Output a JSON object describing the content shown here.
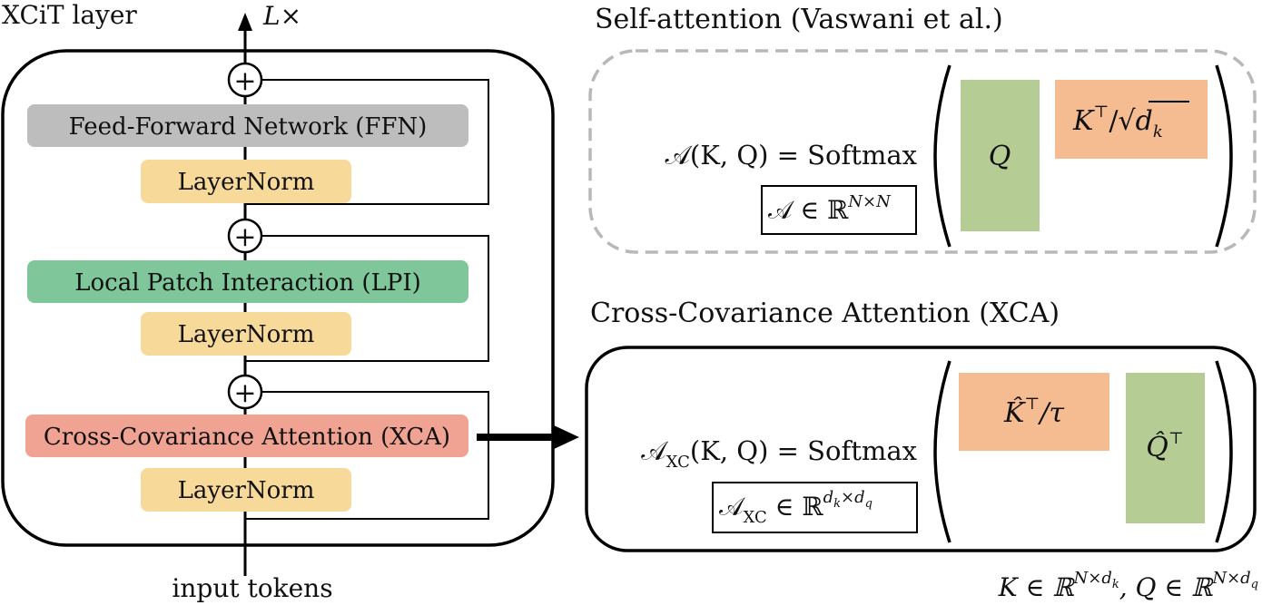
{
  "layer": {
    "title": "XCiT layer",
    "repeat": "L×",
    "input": "input tokens",
    "plus": "+",
    "blocks": {
      "ffn": "Feed-Forward Network (FFN)",
      "ln_top": "LayerNorm",
      "lpi": "Local Patch Interaction (LPI)",
      "ln_mid": "LayerNorm",
      "xca": "Cross-Covariance Attention (XCA)",
      "ln_bot": "LayerNorm"
    }
  },
  "self_attention": {
    "title": "Self-attention (Vaswani et al.)",
    "equation_lhs": "𝒜(K, Q) = Softmax",
    "dims": "𝒜 ∈ ℝ",
    "dims_sup": "N×N",
    "q_label": "Q",
    "k_label": "K",
    "k_sup": "⊤",
    "k_div": "/√",
    "k_dk": "d",
    "k_dk_sub": "k"
  },
  "xca": {
    "title": "Cross-Covariance Attention (XCA)",
    "equation_A": "𝒜",
    "equation_sub": "XC",
    "equation_rest": "(K, Q) = Softmax",
    "dims_A": "𝒜",
    "dims_sub": "XC",
    "dims_in": " ∈ ℝ",
    "dims_sup": "d",
    "dims_sup_k": "k",
    "dims_sup_x": "×d",
    "dims_sup_q": "q",
    "k_hat": "K̂",
    "k_sup": "⊤",
    "k_div": "/τ",
    "q_hat": "Q̂",
    "q_sup": "⊤"
  },
  "footer": {
    "k_part": "K ∈ ℝ",
    "k_sup": "N×d",
    "k_sub": "k",
    "q_part": ", Q ∈ ℝ",
    "q_sup": "N×d",
    "q_sub": "q"
  },
  "colors": {
    "ffn": "#bdbdbd",
    "layernorm": "#f7d99a",
    "lpi": "#7fc79b",
    "xca": "#f0a392",
    "q_green": "#b5cd95",
    "k_orange": "#f5bc92",
    "dashed": "#b8b8b8"
  }
}
